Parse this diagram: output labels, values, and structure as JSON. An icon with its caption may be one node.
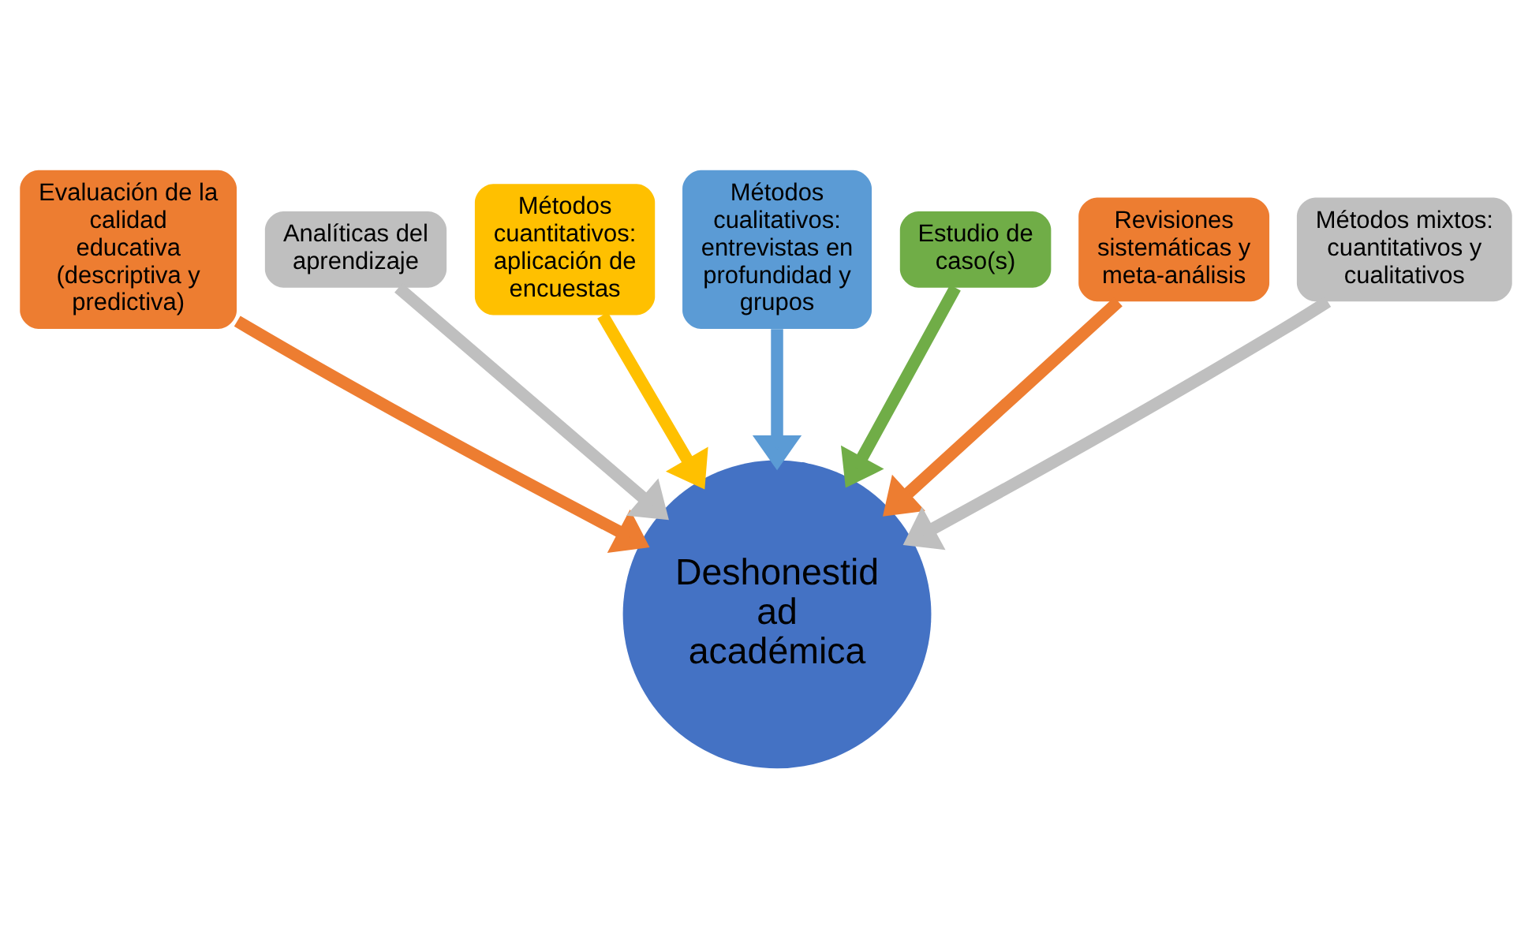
{
  "diagram": {
    "nodes": [
      {
        "text": [
          "Deshonestid ad académica"
        ]
      },
      {
        "text": [
          "Evaluación de la calidad educativa (descriptiva y predictiva)"
        ]
      },
      {
        "text": [
          "Analíticas del aprendizaje"
        ]
      },
      {
        "text": [
          "Métodos cuantitativos: aplicación de encuestas"
        ]
      },
      {
        "text": [
          "Métodos cualitativos: entrevistas en profundidad y grupos"
        ]
      },
      {
        "text": [
          "Estudio de caso(s)"
        ]
      },
      {
        "text": [
          "Revisiones sistemáticas y meta-análisis"
        ]
      },
      {
        "text": [
          "Métodos mixtos: cuantitativos y cualitativos"
        ]
      }
    ],
    "edges": [
      {
        "from": 1,
        "to": 0,
        "arrow": "to",
        "color": "#ed7d31"
      },
      {
        "from": 2,
        "to": 0,
        "arrow": "to",
        "color": "#bfbfbf"
      },
      {
        "from": 3,
        "to": 0,
        "arrow": "to",
        "color": "#ffc000"
      },
      {
        "from": 4,
        "to": 0,
        "arrow": "to",
        "color": "#5b9bd5"
      },
      {
        "from": 5,
        "to": 0,
        "arrow": "to",
        "color": "#70ad47"
      },
      {
        "from": 6,
        "to": 0,
        "arrow": "to",
        "color": "#ed7d31"
      },
      {
        "from": 7,
        "to": 0,
        "arrow": "to",
        "color": "#bfbfbf"
      }
    ]
  }
}
